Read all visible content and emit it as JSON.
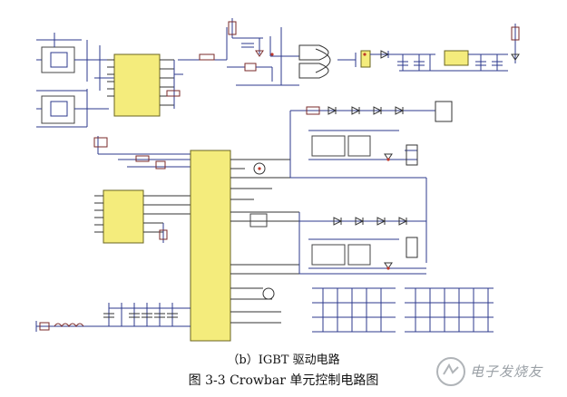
{
  "caption": {
    "subtitle": "（b）IGBT 驱动电路",
    "figure_title": "图 3-3 Crowbar 单元控制电路图"
  },
  "watermark": {
    "text": "电子发烧友"
  },
  "colors": {
    "wire": "#2c3a8c",
    "ic_fill": "#f4ec7c",
    "ic_border": "#6a6420",
    "component": "#7a2a2a",
    "caption_text": "#111111"
  }
}
